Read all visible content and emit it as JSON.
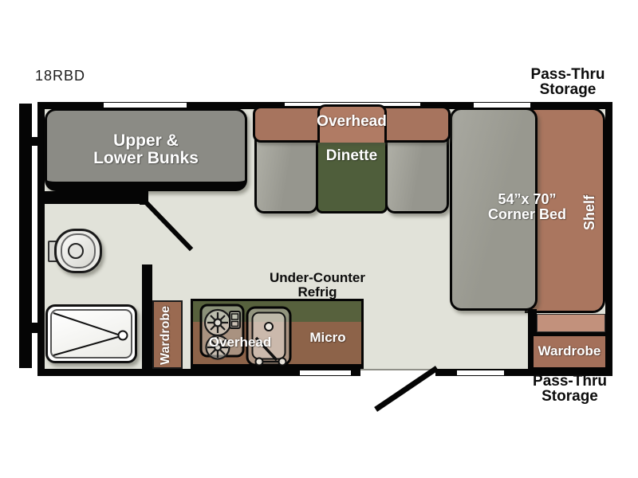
{
  "title": "18RBD",
  "storage_front": {
    "line1": "Pass-Thru",
    "line2": "Storage"
  },
  "storage_rear": {
    "line1": "Pass-Thru",
    "line2": "Storage"
  },
  "bunks": {
    "line1": "Upper &",
    "line2": "Lower Bunks"
  },
  "dinette": {
    "overhead": "Overhead",
    "table": "Dinette"
  },
  "bed": {
    "size_line": "54”x 70”",
    "name_line": "Corner Bed",
    "shelf": "Shelf",
    "wardrobe": "Wardrobe"
  },
  "kitchen": {
    "wardrobe": "Wardrobe",
    "overhead": "Overhead",
    "micro": "Micro",
    "refrig_line1": "Under-Counter",
    "refrig_line2": "Refrig"
  },
  "colors": {
    "floor": "#e1e2d9",
    "wall": "#050505",
    "bunk_gray": "#8b8b85",
    "bench_gray": "#9d9d95",
    "bed_gray": "#9e9e96",
    "table_green": "#4f5e3b",
    "counter_green": "#57613d",
    "counter_brown": "#8d6349",
    "overhead_brown": "#a7745e",
    "shelf_brown": "#aa765f",
    "wardrobe_brown": "#9a6a51",
    "bed_wardrobe_brown": "#a4705a",
    "nightstand_tan": "#c2917c"
  }
}
